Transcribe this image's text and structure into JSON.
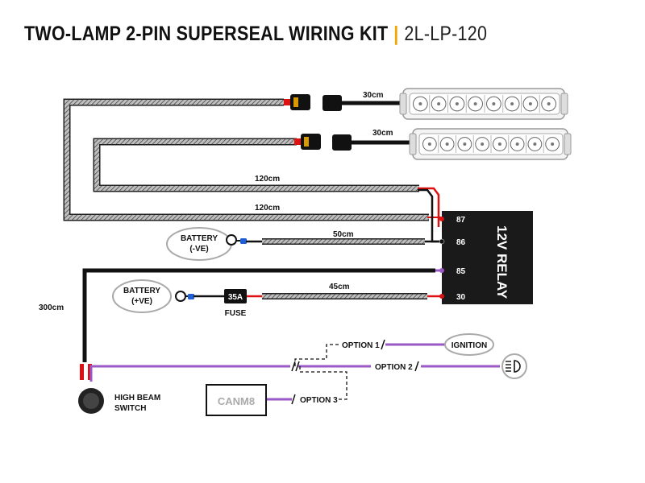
{
  "title": {
    "main": "TWO-LAMP 2-PIN SUPERSEAL WIRING KIT",
    "separator": "|",
    "code": "2L-LP-120"
  },
  "lamps": [
    {
      "cable_length": "30cm"
    },
    {
      "cable_length": "30cm"
    }
  ],
  "cables": {
    "lamp1_main": "120cm",
    "lamp2_main": "120cm",
    "negative": "50cm",
    "positive": "45cm",
    "switch": "300cm"
  },
  "battery_neg": {
    "line1": "BATTERY",
    "line2": "(-VE)"
  },
  "battery_pos": {
    "line1": "BATTERY",
    "line2": "(+VE)"
  },
  "fuse": {
    "rating": "35A",
    "label": "FUSE"
  },
  "relay": {
    "label": "12V RELAY",
    "pins": [
      "87",
      "86",
      "85",
      "30"
    ]
  },
  "options": {
    "option1": "OPTION 1",
    "option2": "OPTION 2",
    "option3": "OPTION 3"
  },
  "ignition": {
    "label": "IGNITION"
  },
  "canm8": {
    "label": "CANM8"
  },
  "switch": {
    "line1": "HIGH BEAM",
    "line2": "SWITCH"
  },
  "colors": {
    "wire_black": "#111111",
    "wire_red": "#dd1111",
    "wire_purple": "#9b59c7",
    "accent": "#f0a500",
    "relay": "#1a1a1a",
    "terminal_blue": "#1e5fd6"
  }
}
